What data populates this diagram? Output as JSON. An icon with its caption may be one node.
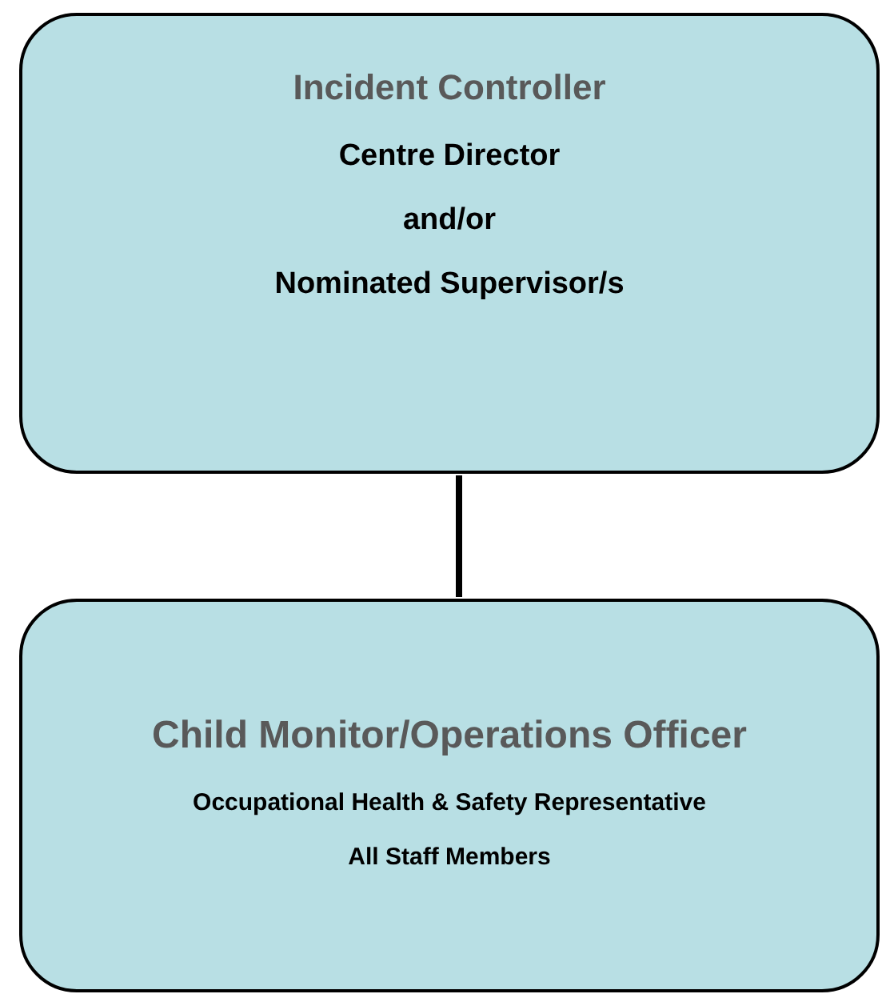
{
  "diagram": {
    "nodes": [
      {
        "text": [
          "Incident Controller",
          "Centre Director",
          "and/or",
          "Nominated Supervisor/s"
        ]
      },
      {
        "text": [
          "Child Monitor/Operations Officer",
          "Occupational Health & Safety Representative",
          "All Staff Members"
        ]
      }
    ],
    "edges": [
      {
        "from": 0,
        "to": 1,
        "arrow": "none"
      }
    ]
  }
}
